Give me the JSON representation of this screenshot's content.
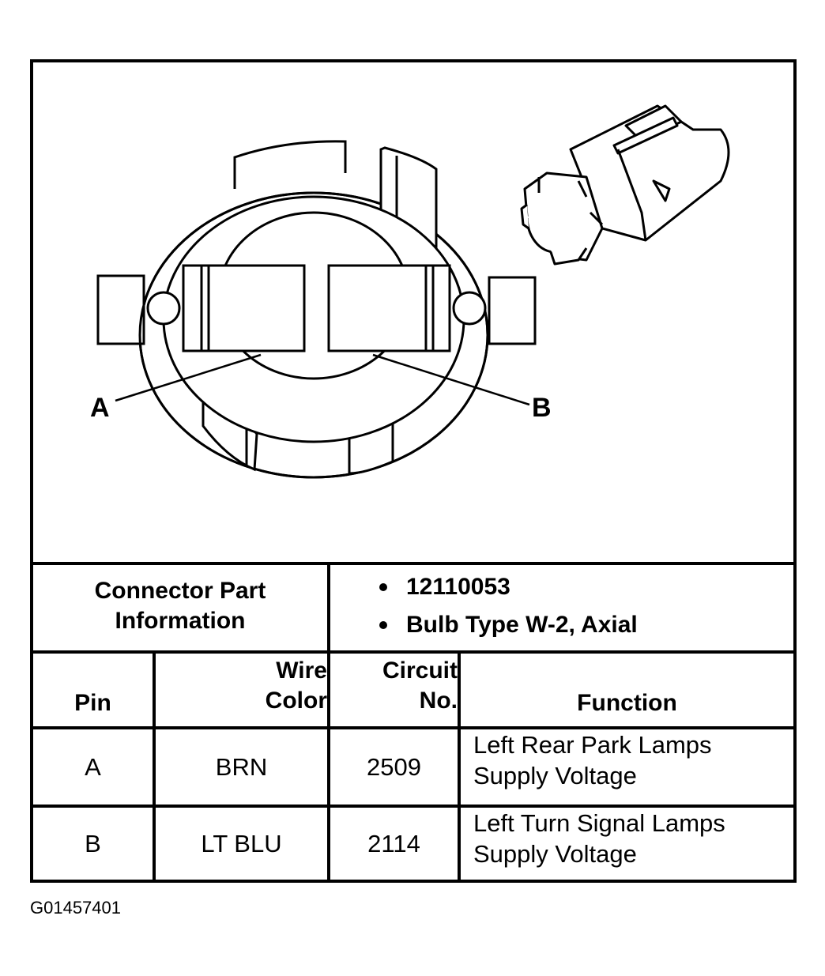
{
  "diagram": {
    "pin_label_a": "A",
    "pin_label_b": "B"
  },
  "connector_info": {
    "label_line1": "Connector Part",
    "label_line2": "Information",
    "part_number": "12110053",
    "bulb_type": "Bulb Type W-2, Axial"
  },
  "table": {
    "headers": {
      "pin": "Pin",
      "wire_color_line1": "Wire",
      "wire_color_line2": "Color",
      "circuit_line1": "Circuit",
      "circuit_line2": "No.",
      "function": "Function"
    },
    "rows": [
      {
        "pin": "A",
        "wire_color": "BRN",
        "circuit": "2509",
        "function_line1": "Left Rear Park Lamps",
        "function_line2": "Supply Voltage"
      },
      {
        "pin": "B",
        "wire_color": "LT BLU",
        "circuit": "2114",
        "function_line1": "Left Turn Signal Lamps",
        "function_line2": "Supply Voltage"
      }
    ]
  },
  "figure_id": "G01457401"
}
